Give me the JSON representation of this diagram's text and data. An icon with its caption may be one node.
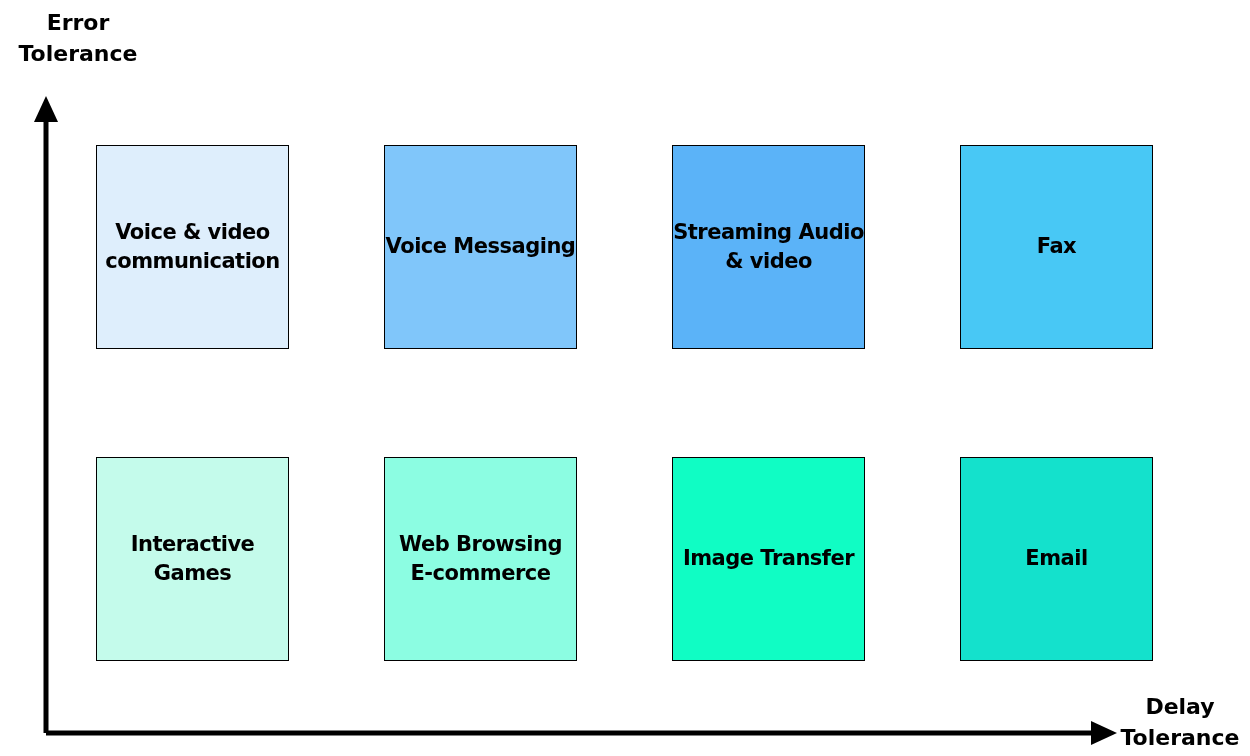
{
  "diagram": {
    "nodes": [
      {
        "text": [
          "Voice & video communication"
        ]
      },
      {
        "text": [
          "Voice Messaging"
        ]
      },
      {
        "text": [
          "Streaming Audio & video"
        ]
      },
      {
        "text": [
          "Fax"
        ]
      },
      {
        "text": [
          "Interactive Games"
        ]
      },
      {
        "text": [
          "Web Browsing E-commerce"
        ]
      },
      {
        "text": [
          "Image Transfer"
        ]
      },
      {
        "text": [
          "Email"
        ]
      }
    ],
    "edges": [],
    "labels": [
      "Error Tolerance",
      "Delay Tolerance"
    ]
  }
}
